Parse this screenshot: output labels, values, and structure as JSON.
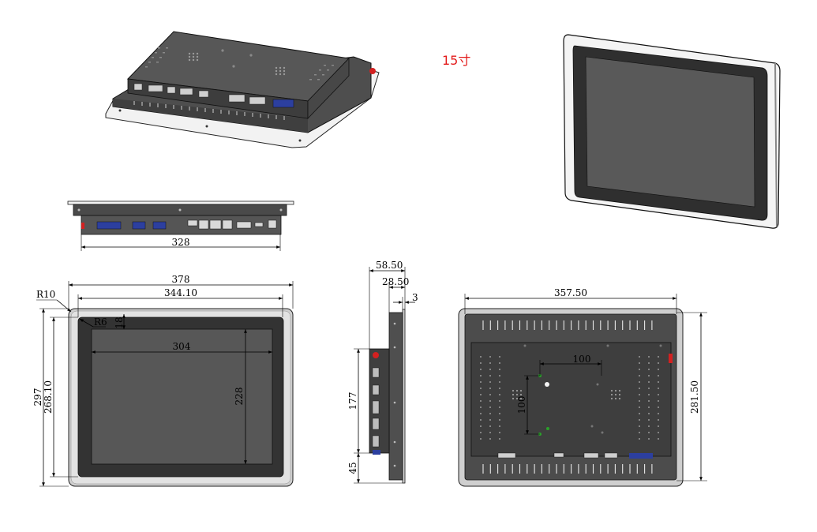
{
  "title": "15寸",
  "colors": {
    "title": "#e31b1b",
    "body_dark": "#4a4a4a",
    "body_mid": "#5e5e5e",
    "screen": "#555555",
    "bezel_light": "#e6e6e6",
    "bezel_mid": "#c8c8c8",
    "accent_red": "#d32020",
    "accent_blue": "#2c3f9f",
    "accent_green": "#2aa02a"
  },
  "bottom_view": {
    "width_label": "328"
  },
  "front_view": {
    "outer_width": "378",
    "inner_width": "344.10",
    "screen_width": "304",
    "screen_height": "228",
    "outer_height": "297",
    "inner_height": "268.10",
    "radius_outer": "R10",
    "radius_inner": "R6",
    "top_offset": "18"
  },
  "side_view": {
    "total_depth": "58.50",
    "body_depth": "28.50",
    "panel_thickness": "3",
    "mount_height": "177",
    "bottom_offset": "45"
  },
  "rear_view": {
    "width": "357.50",
    "height": "281.50",
    "vesa_horizontal": "100",
    "vesa_vertical": "100"
  }
}
